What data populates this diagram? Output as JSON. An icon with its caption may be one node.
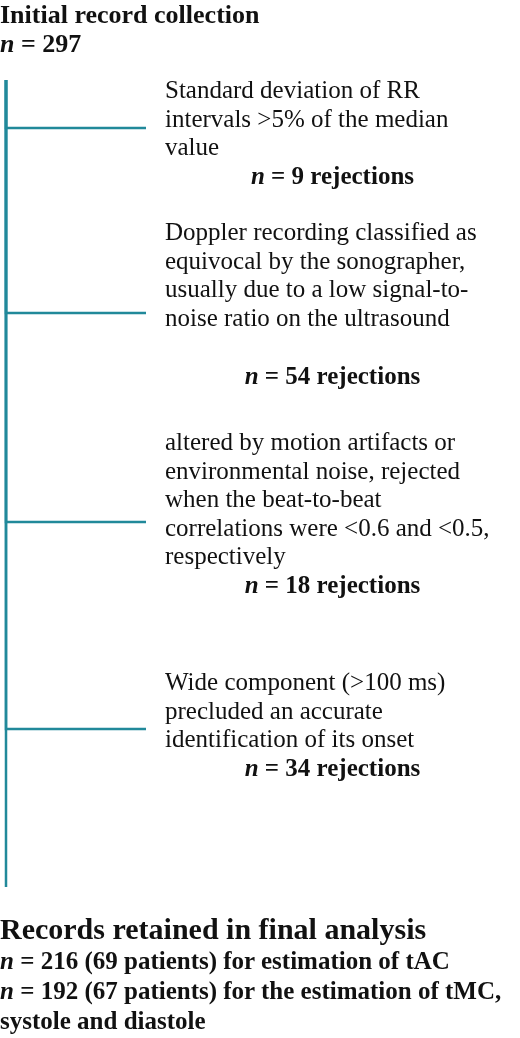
{
  "diagram": {
    "nodes": [
      {
        "text": [
          "Initial record collection",
          "*n* = 297"
        ]
      },
      {
        "text": [
          "Standard deviation of RR intervals >5% of the median value",
          "*n* = 9 rejections"
        ]
      },
      {
        "text": [
          "Doppler recording classified as equivocal by the sonographer, usually due to a low signal-to-noise ratio on the ultrasound",
          "*n* = 54 rejections"
        ]
      },
      {
        "text": [
          "altered by motion artifacts or environmental noise, rejected when the beat-to-beat correlations were <0.6 and <0.5, respectively",
          "*n* = 18 rejections"
        ]
      },
      {
        "text": [
          "Wide component (>100 ms) precluded an accurate identification of its onset",
          "*n* = 34 rejections"
        ]
      },
      {
        "text": [
          "Records retained in final analysis",
          "*n* = 216 (69 patients) for estimation of tAC",
          "*n* = 192 (67 patients) for the estimation of tMC, systole and diastole"
        ]
      }
    ],
    "edges": [
      {
        "from": 0,
        "to": 5,
        "arrow": "none"
      },
      {
        "from": 0,
        "to": 1,
        "arrow": "none"
      },
      {
        "from": 0,
        "to": 2,
        "arrow": "none"
      },
      {
        "from": 0,
        "to": 3,
        "arrow": "none"
      },
      {
        "from": 0,
        "to": 4,
        "arrow": "none"
      }
    ]
  }
}
